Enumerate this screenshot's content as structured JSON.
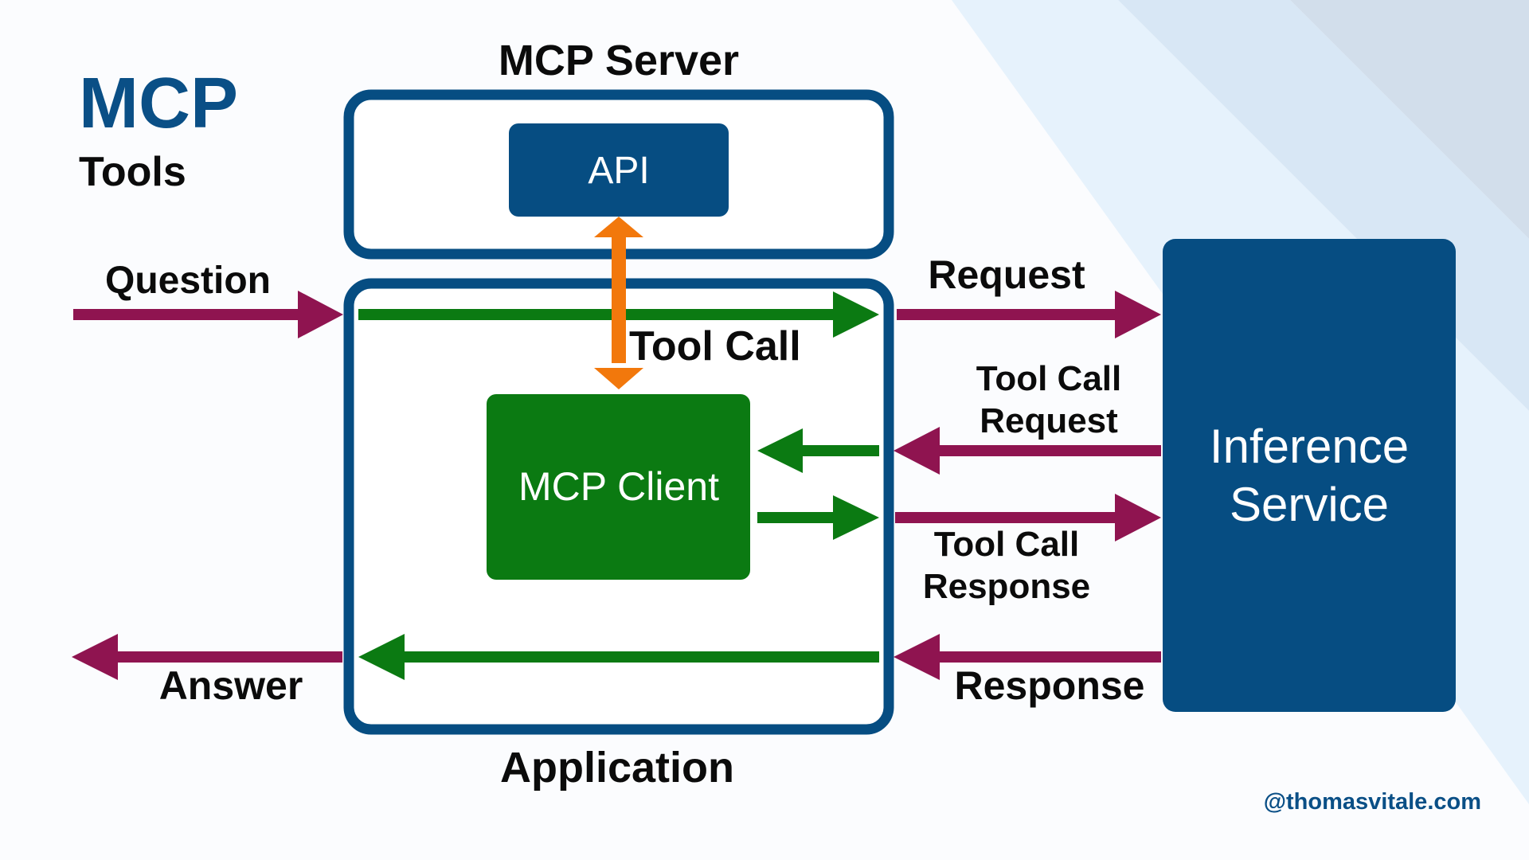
{
  "title": "MCP",
  "subtitle": "Tools",
  "boxes": {
    "mcp_server": "MCP Server",
    "api": "API",
    "application": "Application",
    "mcp_client": "MCP Client",
    "inference_service_line1": "Inference",
    "inference_service_line2": "Service"
  },
  "flows": {
    "question": "Question",
    "answer": "Answer",
    "tool_call": "Tool Call",
    "request": "Request",
    "tool_call_request_line1": "Tool Call",
    "tool_call_request_line2": "Request",
    "tool_call_response_line1": "Tool Call",
    "tool_call_response_line2": "Response",
    "response": "Response"
  },
  "credit": "@thomasvitale.com",
  "colors": {
    "navy": "#064d82",
    "green": "#0b7a12",
    "purple": "#8f1450",
    "orange": "#f2780c",
    "title_blue": "#0a4f86",
    "credit_blue": "#0a4f86",
    "background": "#ffffff",
    "background_stripe_light": "#e8f2fc",
    "background_stripe_mid": "#d9e8f6",
    "background_stripe_dark": "#d3dfec"
  }
}
